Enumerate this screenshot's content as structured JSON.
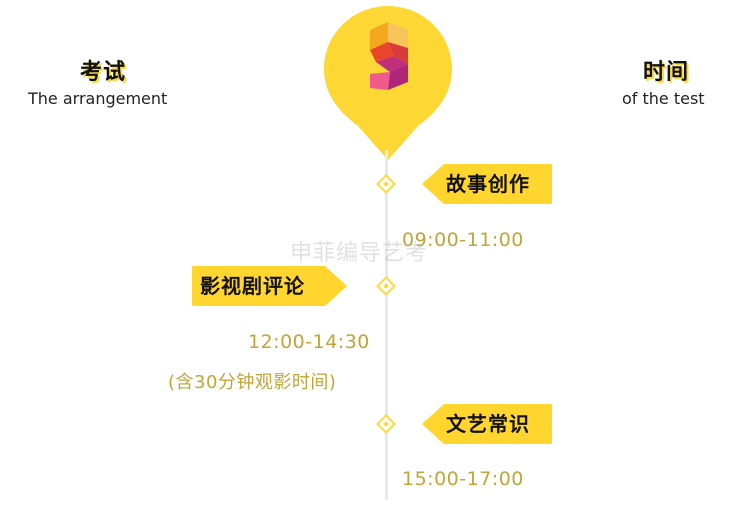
{
  "header": {
    "left_title": "考试",
    "left_subtitle": "The arrangement",
    "right_title": "时间",
    "right_subtitle": "of the test"
  },
  "logo": {
    "icon": "s-logo-icon",
    "pin_color": "#fdd835"
  },
  "watermark": "申菲编导艺考",
  "schedule": [
    {
      "subject": "故事创作",
      "time": "09:00-11:00"
    },
    {
      "subject": "影视剧评论",
      "time": "12:00-14:30",
      "note": "(含30分钟观影时间)"
    },
    {
      "subject": "文艺常识",
      "time": "15:00-17:00"
    }
  ],
  "colors": {
    "accent": "#ffd52e",
    "time_text": "#c2a437",
    "line": "#e8e8ef"
  }
}
